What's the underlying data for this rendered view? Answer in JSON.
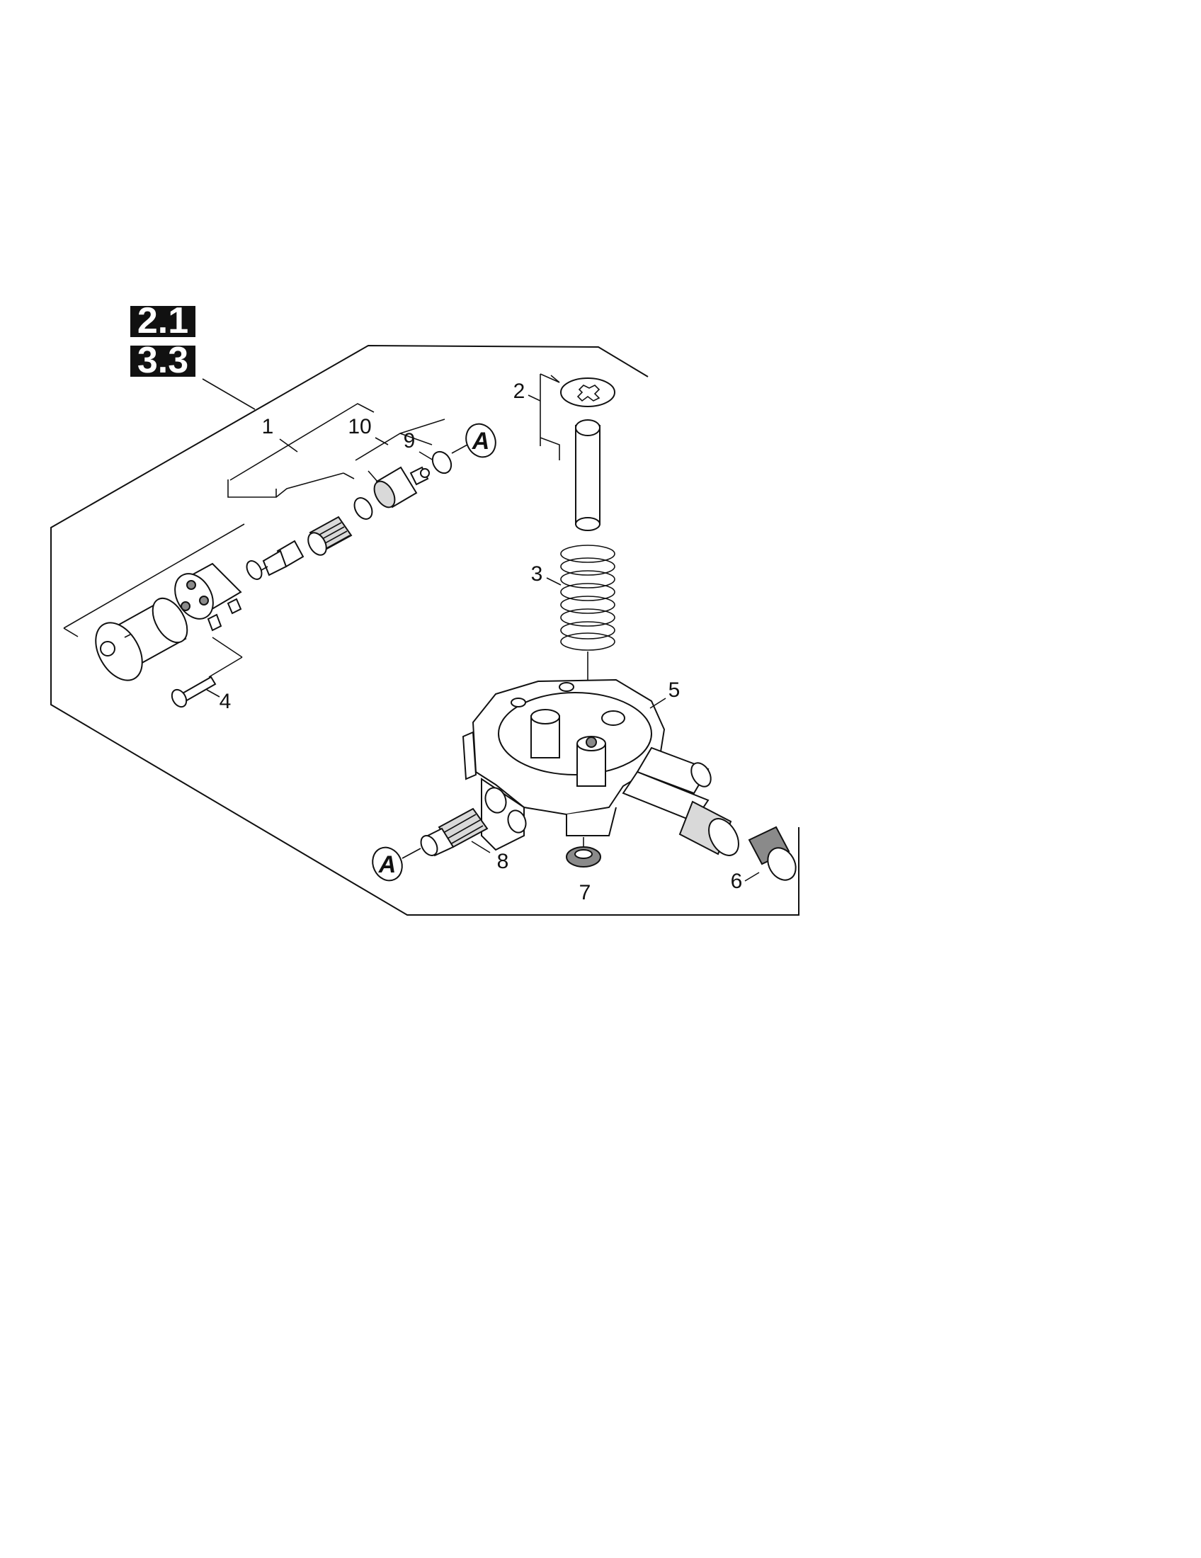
{
  "badges": [
    "2.1",
    "3.3"
  ],
  "reference_marker": "A",
  "callouts": {
    "c1": "1",
    "c2": "2",
    "c3": "3",
    "c4": "4",
    "c5": "5",
    "c6": "6",
    "c7": "7",
    "c8": "8",
    "c9": "9",
    "c10": "10"
  },
  "colors": {
    "ink": "#111111",
    "paper": "#ffffff",
    "badge": "#111111"
  }
}
